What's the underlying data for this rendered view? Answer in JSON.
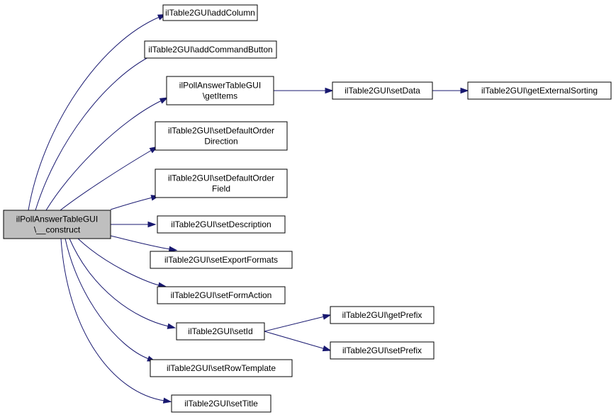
{
  "graph": {
    "edge_color": "#191970",
    "root_fill": "#bfbfbf",
    "nodes": [
      {
        "id": "root",
        "lines": [
          "ilPollAnswerTableGUI",
          "\\__construct"
        ]
      },
      {
        "id": "addColumn",
        "lines": [
          "ilTable2GUI\\addColumn"
        ]
      },
      {
        "id": "addCommandButton",
        "lines": [
          "ilTable2GUI\\addCommandButton"
        ]
      },
      {
        "id": "getItems",
        "lines": [
          "ilPollAnswerTableGUI",
          "\\getItems"
        ]
      },
      {
        "id": "setData",
        "lines": [
          "ilTable2GUI\\setData"
        ]
      },
      {
        "id": "getExternalSorting",
        "lines": [
          "ilTable2GUI\\getExternalSorting"
        ]
      },
      {
        "id": "setDefaultOrderDirection",
        "lines": [
          "ilTable2GUI\\setDefaultOrder",
          "Direction"
        ]
      },
      {
        "id": "setDefaultOrderField",
        "lines": [
          "ilTable2GUI\\setDefaultOrder",
          "Field"
        ]
      },
      {
        "id": "setDescription",
        "lines": [
          "ilTable2GUI\\setDescription"
        ]
      },
      {
        "id": "setExportFormats",
        "lines": [
          "ilTable2GUI\\setExportFormats"
        ]
      },
      {
        "id": "setFormAction",
        "lines": [
          "ilTable2GUI\\setFormAction"
        ]
      },
      {
        "id": "setId",
        "lines": [
          "ilTable2GUI\\setId"
        ]
      },
      {
        "id": "getPrefix",
        "lines": [
          "ilTable2GUI\\getPrefix"
        ]
      },
      {
        "id": "setPrefix",
        "lines": [
          "ilTable2GUI\\setPrefix"
        ]
      },
      {
        "id": "setRowTemplate",
        "lines": [
          "ilTable2GUI\\setRowTemplate"
        ]
      },
      {
        "id": "setTitle",
        "lines": [
          "ilTable2GUI\\setTitle"
        ]
      }
    ],
    "edges": [
      {
        "from": "root",
        "to": "addColumn"
      },
      {
        "from": "root",
        "to": "addCommandButton"
      },
      {
        "from": "root",
        "to": "getItems"
      },
      {
        "from": "root",
        "to": "setDefaultOrderDirection"
      },
      {
        "from": "root",
        "to": "setDefaultOrderField"
      },
      {
        "from": "root",
        "to": "setDescription"
      },
      {
        "from": "root",
        "to": "setExportFormats"
      },
      {
        "from": "root",
        "to": "setFormAction"
      },
      {
        "from": "root",
        "to": "setId"
      },
      {
        "from": "root",
        "to": "setRowTemplate"
      },
      {
        "from": "root",
        "to": "setTitle"
      },
      {
        "from": "getItems",
        "to": "setData"
      },
      {
        "from": "setData",
        "to": "getExternalSorting"
      },
      {
        "from": "setId",
        "to": "getPrefix"
      },
      {
        "from": "setId",
        "to": "setPrefix"
      }
    ]
  }
}
